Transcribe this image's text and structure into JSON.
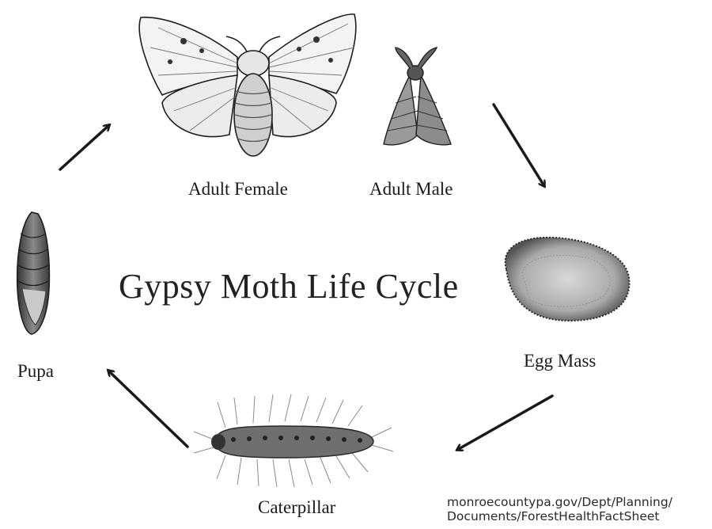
{
  "title": "Gypsy Moth Life Cycle",
  "stages": {
    "adult_female": "Adult Female",
    "adult_male": "Adult Male",
    "egg_mass": "Egg Mass",
    "caterpillar": "Caterpillar",
    "pupa": "Pupa"
  },
  "source": {
    "line1": "monroecountypa.gov/Dept/Planning/",
    "line2": "Documents/ForestHealthFactSheet"
  },
  "colors": {
    "ink": "#222222",
    "background": "#ffffff"
  },
  "icons": [
    "adult-female-moth-icon",
    "adult-male-moth-icon",
    "egg-mass-icon",
    "caterpillar-icon",
    "pupa-icon"
  ]
}
